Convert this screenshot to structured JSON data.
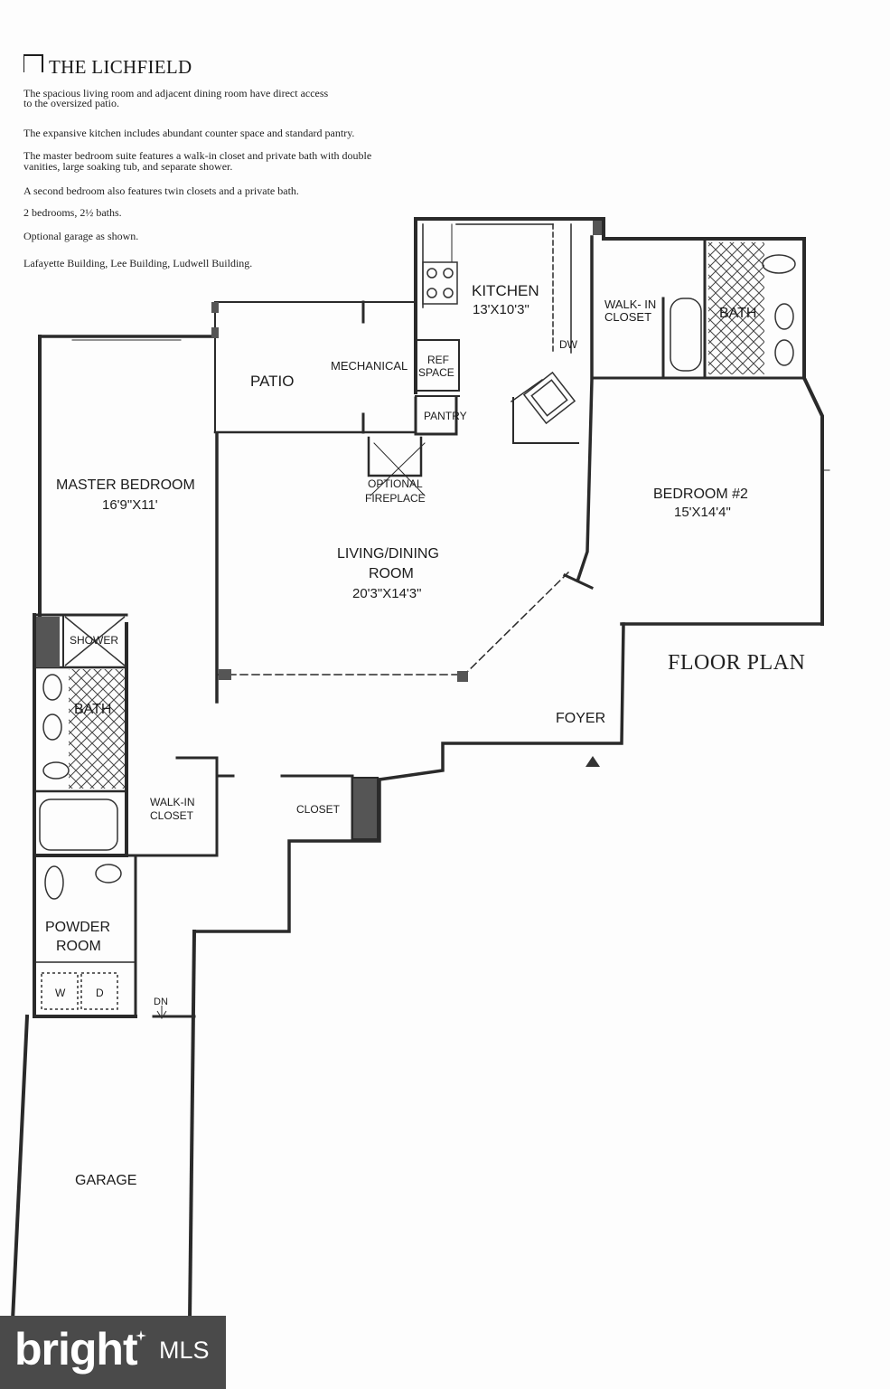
{
  "header": {
    "title": "THE LICHFIELD",
    "description_lines": [
      "The spacious living room and adjacent dining room have direct access",
      "to the oversized patio.",
      "The expansive kitchen includes abundant counter space and standard pantry.",
      "The master bedroom suite features a walk-in closet and private bath with double",
      "vanities, large soaking tub, and separate shower.",
      "A second bedroom also features twin closets and a private bath.",
      "2 bedrooms, 2½ baths.",
      "Optional garage as shown.",
      "Lafayette Building, Lee Building, Ludwell Building."
    ]
  },
  "plan": {
    "heading": "FLOOR PLAN",
    "rooms": {
      "kitchen": "KITCHEN",
      "kitchen_dim": "13'X10'3\"",
      "walkin_closet_2_line1": "WALK- IN",
      "walkin_closet_2_line2": "CLOSET",
      "bath_2": "BATH",
      "dw": "DW",
      "patio": "PATIO",
      "mechanical": "MECHANICAL",
      "ref_line1": "REF",
      "ref_line2": "SPACE",
      "pantry": "PANTRY",
      "master_bedroom": "MASTER BEDROOM",
      "master_bedroom_dim": "16'9\"X11'",
      "fireplace_line1": "OPTIONAL",
      "fireplace_line2": "FIREPLACE",
      "bedroom_2": "BEDROOM #2",
      "bedroom_2_dim": "15'X14'4\"",
      "living_line1": "LIVING/DINING",
      "living_line2": "ROOM",
      "living_dim": "20'3\"X14'3\"",
      "shower": "SHOWER",
      "bath_master": "BATH",
      "foyer": "FOYER",
      "walkin_closet_master_line1": "WALK-IN",
      "walkin_closet_master_line2": "CLOSET",
      "closet": "CLOSET",
      "powder_line1": "POWDER",
      "powder_line2": "ROOM",
      "washer": "W",
      "dryer": "D",
      "dn": "DN",
      "garage": "GARAGE"
    }
  },
  "watermark": {
    "brand": "bright",
    "suffix": "MLS",
    "background": "#4a4a4a",
    "accent": "#ffffff"
  },
  "colors": {
    "wall": "#2a2a2a",
    "fixture": "#333333",
    "paper": "#fdfdfd"
  }
}
